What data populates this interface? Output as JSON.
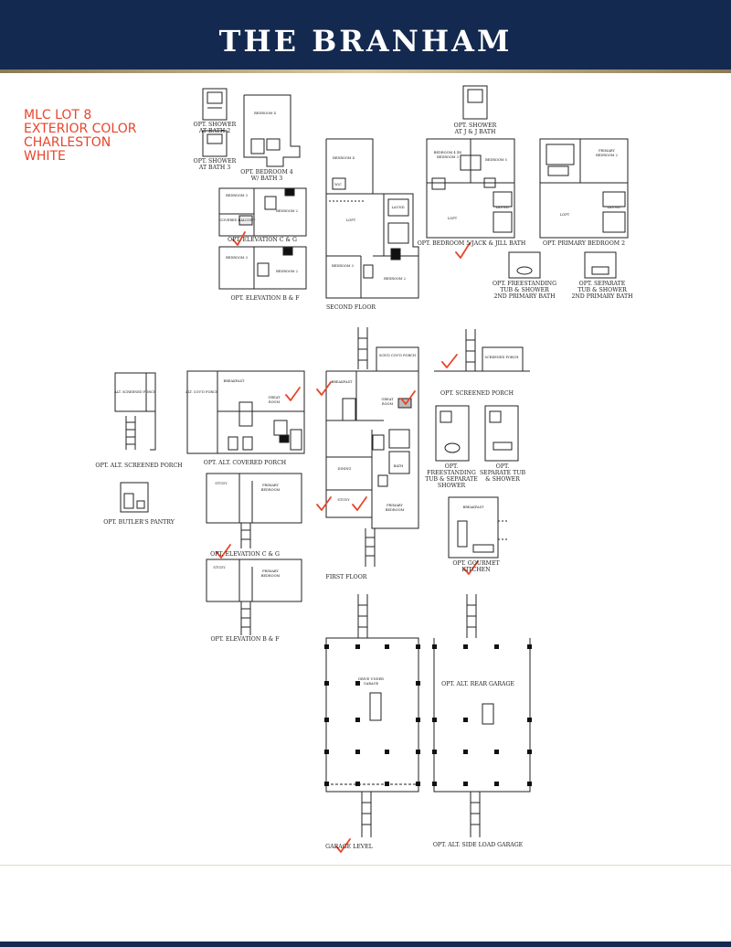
{
  "header": {
    "title": "THE BRANHAM"
  },
  "lot_note": {
    "lines": [
      "MLC LOT 8",
      "EXTERIOR COLOR",
      "CHARLESTON",
      "WHITE"
    ]
  },
  "labels": {
    "opt_shower_bath2": [
      "OPT. SHOWER",
      "AT BATH 2"
    ],
    "opt_shower_bath3": [
      "OPT. SHOWER",
      "AT BATH 3"
    ],
    "opt_bedroom4_bath3": [
      "OPT. BEDROOM 4",
      "W/ BATH 3"
    ],
    "opt_elev_cg_top": "OPT. ELEVATION C & G",
    "opt_elev_bf_top": "OPT. ELEVATION B & F",
    "second_floor": "SECOND FLOOR",
    "opt_shower_jj": [
      "OPT. SHOWER",
      "AT J & J BATH"
    ],
    "opt_bed5_jj": "OPT. BEDROOM 5/JACK & JILL BATH",
    "opt_primary_bed2": "OPT. PRIMARY BEDROOM 2",
    "opt_freestanding_2nd": [
      "OPT. FREESTANDING",
      "TUB & SHOWER",
      "2ND PRIMARY BATH"
    ],
    "opt_separate_2nd": [
      "OPT. SEPARATE",
      "TUB & SHOWER",
      "2ND PRIMARY BATH"
    ],
    "opt_alt_screened": "OPT. ALT. SCREENED PORCH",
    "opt_butlers": "OPT. BUTLER'S PANTRY",
    "opt_alt_covered": "OPT. ALT. COVERED PORCH",
    "opt_elev_cg_mid": "OPT. ELEVATION C & G",
    "opt_elev_bf_mid": "OPT. ELEVATION B & F",
    "first_floor": "FIRST FLOOR",
    "opt_screened": "OPT. SCREENED PORCH",
    "opt_freestanding_1st": [
      "OPT.",
      "FREESTANDING",
      "TUB & SEPARATE",
      "SHOWER"
    ],
    "opt_separate_1st": [
      "OPT.",
      "SEPARATE TUB",
      "& SHOWER"
    ],
    "opt_gourmet": [
      "OPT. GOURMET",
      "KITCHEN"
    ],
    "opt_alt_rear_garage": "OPT. ALT. REAR GARAGE",
    "garage_level": "GARAGE LEVEL",
    "opt_side_load": "OPT. ALT. SIDE LOAD GARAGE"
  },
  "rooms": {
    "bedroom4": "BEDROOM 4",
    "bedroom3": "BEDROOM 3",
    "bedroom2": "BEDROOM 2",
    "covered_balcony": "COVERED BALCONY",
    "loft": "LOFT",
    "laund": "LAUND.",
    "bedroom5_bedroom3": [
      "BEDROOM 4 (B)",
      "BEDROOM 3"
    ],
    "bedroom5": "BEDROOM 5",
    "primary_bedroom2": [
      "PRIMARY",
      "BEDROOM 2"
    ],
    "wic": "W/C",
    "breakfast": "BREAKFAST",
    "great_room": [
      "GREAT",
      "ROOM"
    ],
    "alt_covd_porch": "ALT. COV'D PORCH",
    "alt_screened_porch": "ALT. SCREENED PORCH",
    "scrd_covd_porch": "SCR'D COV'D PORCH",
    "dining": "DINING",
    "study": "STUDY",
    "primary_bedroom": [
      "PRIMARY",
      "BEDROOM"
    ],
    "screened_porch": "SCREENED PORCH",
    "drive_under_garage": [
      "DRIVE UNDER",
      "GARAGE"
    ],
    "bath": "BATH"
  },
  "colors": {
    "header": "#13294f",
    "accent": "#e8452c",
    "gold": "#c9b78f"
  }
}
